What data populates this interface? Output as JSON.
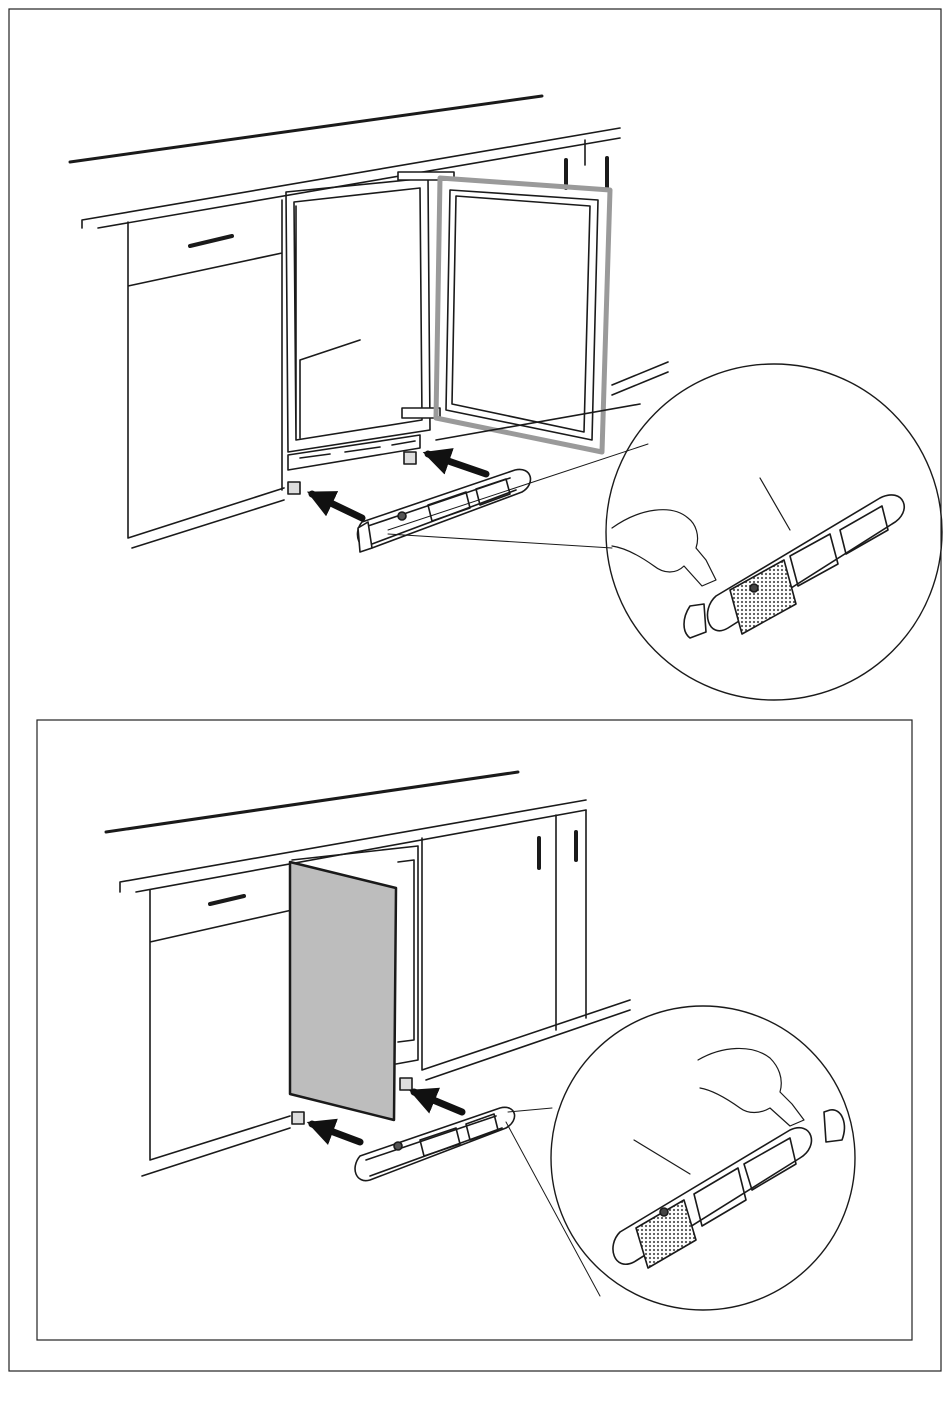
{
  "figures": [
    {
      "id": "door-open",
      "door_state": "open"
    },
    {
      "id": "door-closed",
      "door_state": "closed"
    }
  ],
  "colors": {
    "line": "#1a1a1a",
    "panel_fill": "#bdbdbd",
    "door_frame": "#9a9a9a",
    "arrow": "#111111",
    "grille_mesh": "#8a8a8a"
  },
  "icons": {
    "arrow": "push-arrow-icon",
    "hand": "hand-icon",
    "grille": "kick-plate-grille"
  }
}
